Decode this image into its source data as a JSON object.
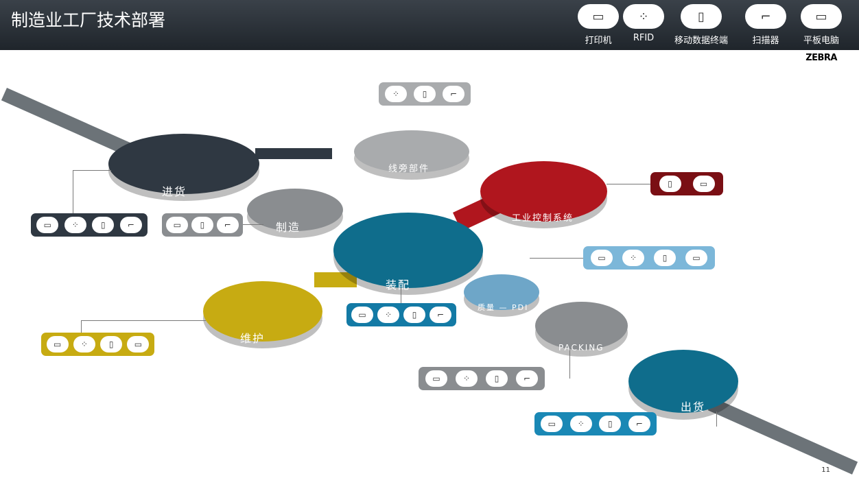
{
  "header": {
    "title": "制造业工厂技术部署",
    "brand": "ZEBRA",
    "legend": [
      {
        "label": "打印机",
        "icon": "printer-icon"
      },
      {
        "label": "RFID",
        "icon": "rfid-icon"
      },
      {
        "label": "移动数据终端",
        "icon": "mobile-computer-icon"
      },
      {
        "label": "扫描器",
        "icon": "scanner-icon"
      },
      {
        "label": "平板电脑",
        "icon": "tablet-icon"
      }
    ]
  },
  "zones": [
    {
      "id": "receiving",
      "label": "进货",
      "color": "#2f3842",
      "tray_color": "#2f3842",
      "devices": [
        "printer-icon",
        "rfid-icon",
        "mobile-computer-icon",
        "scanner-icon"
      ]
    },
    {
      "id": "manufacturing",
      "label": "制造",
      "color": "#8a8d90",
      "tray_color": "#8a8d90",
      "devices": [
        "printer-icon",
        "mobile-computer-icon",
        "scanner-icon"
      ]
    },
    {
      "id": "line-parts",
      "label": "线旁部件",
      "color": "#a9abad",
      "tray_color": "#a9abad",
      "devices": [
        "rfid-icon",
        "mobile-computer-icon",
        "scanner-icon"
      ]
    },
    {
      "id": "industrial-control",
      "label": "工业控制系统",
      "color": "#b0161e",
      "tray_color": "#7a0f14",
      "devices": [
        "mobile-computer-icon",
        "tablet-icon"
      ]
    },
    {
      "id": "assembly",
      "label": "装配",
      "color": "#0f6d8c",
      "tray_color": "#137aa5",
      "devices": [
        "printer-icon",
        "rfid-icon",
        "mobile-computer-icon",
        "scanner-icon"
      ]
    },
    {
      "id": "maintenance",
      "label": "维护",
      "color": "#c7ab12",
      "tray_color": "#c7ab12",
      "devices": [
        "printer-icon",
        "rfid-icon",
        "mobile-computer-icon",
        "tablet-icon"
      ]
    },
    {
      "id": "quality",
      "label": "质量 — PDI",
      "color": "#6ea6c8",
      "tray_color": "#7cb7d9",
      "devices": [
        "printer-icon",
        "rfid-icon",
        "mobile-computer-icon",
        "tablet-icon"
      ]
    },
    {
      "id": "packing",
      "label": "PACKING",
      "color": "#8a8d90",
      "tray_color": "#8a8d90",
      "devices": [
        "printer-icon",
        "rfid-icon",
        "mobile-computer-icon",
        "scanner-icon"
      ]
    },
    {
      "id": "shipping",
      "label": "出货",
      "color": "#0f6d8c",
      "tray_color": "#1a88b5",
      "devices": [
        "printer-icon",
        "rfid-icon",
        "mobile-computer-icon",
        "scanner-icon"
      ]
    }
  ],
  "page_number": "11"
}
